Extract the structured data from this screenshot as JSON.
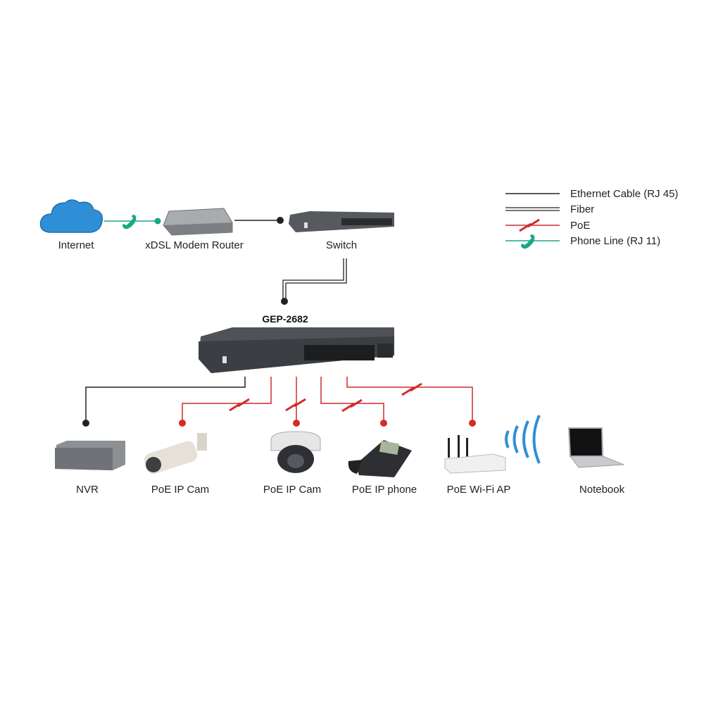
{
  "legend": {
    "ethernet": "Ethernet Cable (RJ 45)",
    "fiber": "Fiber",
    "poe": "PoE",
    "phone": "Phone Line (RJ 11)"
  },
  "nodes": {
    "internet": "Internet",
    "modem": "xDSL Modem Router",
    "switch": "Switch",
    "main_switch": "GEP-2682",
    "nvr": "NVR",
    "cam1": "PoE IP Cam",
    "cam2": "PoE IP Cam",
    "phone": "PoE IP phone",
    "ap": "PoE Wi-Fi AP",
    "notebook": "Notebook"
  },
  "colors": {
    "ethernet": "#222222",
    "poe": "#d42a2a",
    "phone_line": "#1aa78a",
    "cloud": "#2f8fd6"
  }
}
